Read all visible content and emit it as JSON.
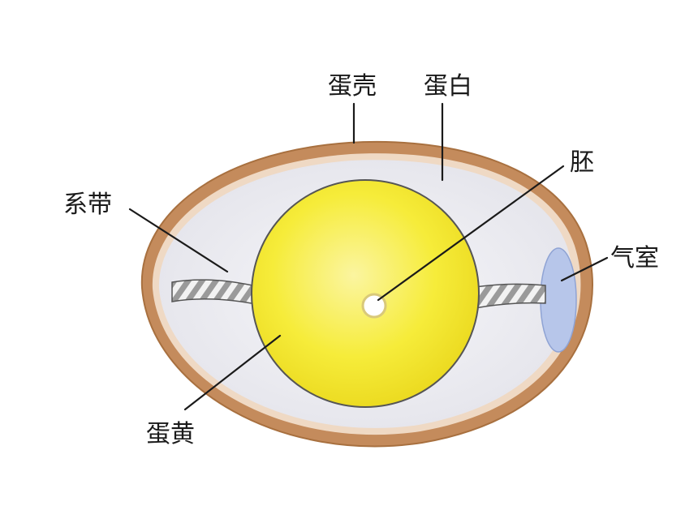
{
  "labels": {
    "shell": "蛋壳",
    "albumen": "蛋白",
    "embryo": "胚",
    "chalaza": "系带",
    "air_cell": "气室",
    "yolk": "蛋黄"
  },
  "colors": {
    "shell": "#c48b5c",
    "albumen": "#ececf1",
    "yolk": "#f6ec3a",
    "air_cell": "#b7c6ea"
  }
}
